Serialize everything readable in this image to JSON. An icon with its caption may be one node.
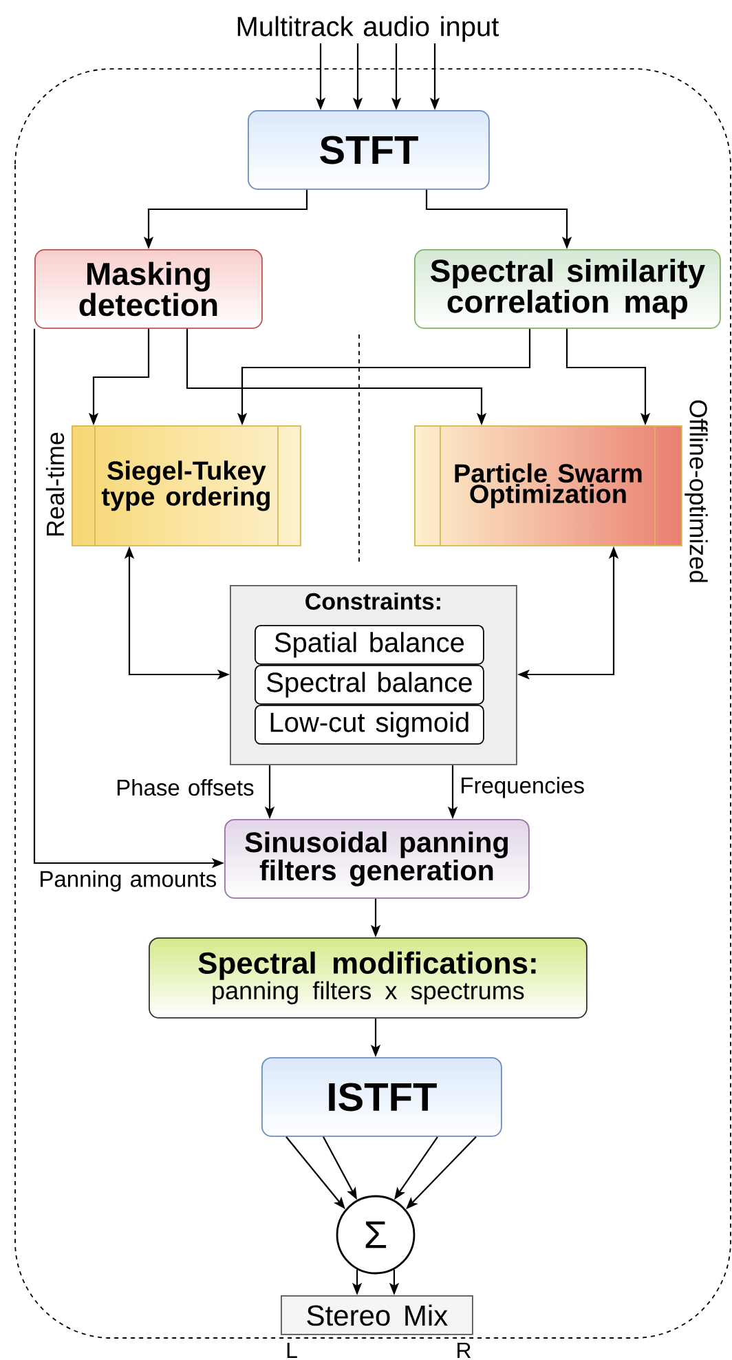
{
  "diagram": {
    "nodes": [
      {
        "text": [
          "Multitrack audio input"
        ]
      },
      {
        "text": [
          "STFT"
        ]
      },
      {
        "text": [
          "Masking detection"
        ]
      },
      {
        "text": [
          "Spectral similarity correlation map"
        ]
      },
      {
        "text": [
          "Siegel-Tukey type ordering"
        ]
      },
      {
        "text": [
          "Particle Swarm Optimization"
        ]
      },
      {
        "text": [
          "Constraints:"
        ]
      },
      {
        "text": [
          "Spatial balance"
        ],
        "in": 6
      },
      {
        "text": [
          "Spectral balance"
        ],
        "in": 6
      },
      {
        "text": [
          "Low-cut sigmoid"
        ],
        "in": 6
      },
      {
        "text": [
          "Sinusoidal panning filters generation"
        ]
      },
      {
        "text": [
          "Spectral modifications:",
          "panning filters x spectrums"
        ]
      },
      {
        "text": [
          "ISTFT"
        ]
      },
      {
        "text": [
          "Σ"
        ]
      },
      {
        "text": [
          "Stereo Mix"
        ]
      }
    ],
    "edges": [
      {
        "from": 0,
        "to": 1,
        "arrow": "to"
      },
      {
        "from": 0,
        "to": 1,
        "arrow": "to"
      },
      {
        "from": 0,
        "to": 1,
        "arrow": "to"
      },
      {
        "from": 0,
        "to": 1,
        "arrow": "to"
      },
      {
        "from": 1,
        "to": 2,
        "arrow": "to"
      },
      {
        "from": 1,
        "to": 3,
        "arrow": "to"
      },
      {
        "from": 2,
        "to": 4,
        "arrow": "to"
      },
      {
        "from": 2,
        "to": 5,
        "arrow": "to"
      },
      {
        "from": 3,
        "to": 4,
        "arrow": "to"
      },
      {
        "from": 3,
        "to": 5,
        "arrow": "to"
      },
      {
        "from": 4,
        "to": 6,
        "arrow": "both"
      },
      {
        "from": 5,
        "to": 6,
        "arrow": "both"
      },
      {
        "from": 6,
        "to": 10,
        "arrow": "to",
        "label": "Phase offsets"
      },
      {
        "from": 6,
        "to": 10,
        "arrow": "to",
        "label": "Frequencies"
      },
      {
        "from": 2,
        "to": 10,
        "arrow": "to",
        "label": "Panning amounts"
      },
      {
        "from": 10,
        "to": 11,
        "arrow": "to"
      },
      {
        "from": 11,
        "to": 12,
        "arrow": "to"
      },
      {
        "from": 12,
        "to": 13,
        "arrow": "to"
      },
      {
        "from": 12,
        "to": 13,
        "arrow": "to"
      },
      {
        "from": 12,
        "to": 13,
        "arrow": "to"
      },
      {
        "from": 12,
        "to": 13,
        "arrow": "to"
      },
      {
        "from": 13,
        "to": 14,
        "arrow": "to"
      },
      {
        "from": 13,
        "to": 14,
        "arrow": "to"
      }
    ],
    "labels": [
      "Real-time",
      "Offline-optimized",
      "L",
      "R"
    ]
  }
}
